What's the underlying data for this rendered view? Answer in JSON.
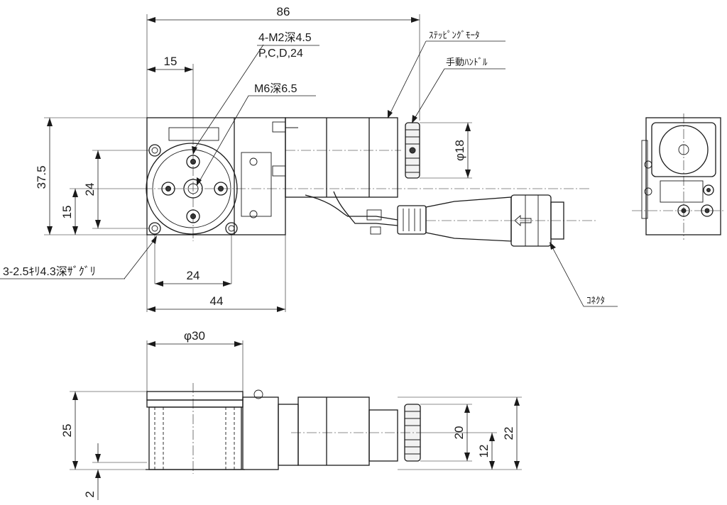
{
  "dims": {
    "overall_width": "86",
    "hole_offset": "15",
    "height_375": "37.5",
    "pcd_24_v": "24",
    "offset_15_v": "15",
    "pcd_24_h": "24",
    "base_44": "44",
    "table_phi30": "φ30",
    "handle_phi18": "φ18",
    "side_25": "25",
    "side_2": "2",
    "side_20": "20",
    "side_12": "12",
    "side_22": "22"
  },
  "callouts": {
    "tapped_holes_line1": "4-M2深4.5",
    "tapped_holes_line2": "P,C,D,24",
    "center_hole": "M6深6.5",
    "counterbore": "3-2.5ｷﾘ4.3深ｻﾞｸﾞﾘ"
  },
  "labels": {
    "stepping_motor": "ｽﾃｯﾋﾟﾝｸﾞﾓｰﾀ",
    "manual_handle": "手動ﾊﾝﾄﾞﾙ",
    "connector": "ｺﾈｸﾀ"
  }
}
